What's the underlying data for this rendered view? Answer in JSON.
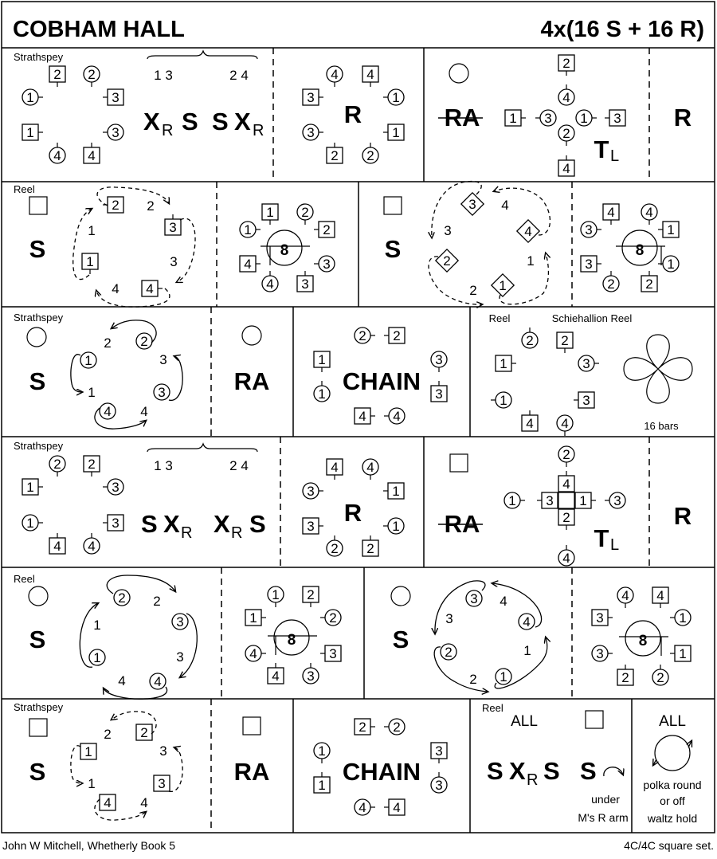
{
  "title": "COBHAM HALL",
  "formation_summary": "4x(16 S + 16 R)",
  "footer": {
    "credit": "John W Mitchell, Whetherly Book 5",
    "set": "4C/4C  square set."
  },
  "r1": {
    "tempo": "Strathspey",
    "a": {
      "groups": [
        "1 3",
        "2 4"
      ],
      "figure": [
        "X",
        "R",
        "S",
        "S",
        "X",
        "R"
      ],
      "dancers": [
        [
          "m",
          "2"
        ],
        [
          "w",
          "2"
        ],
        [
          "w",
          "1"
        ],
        [
          "m",
          "3"
        ],
        [
          "m",
          "1"
        ],
        [
          "w",
          "3"
        ],
        [
          "w",
          "4"
        ],
        [
          "m",
          "4"
        ]
      ]
    },
    "b": {
      "figure": "R",
      "dancers": [
        [
          "w",
          "4"
        ],
        [
          "m",
          "4"
        ],
        [
          "m",
          "3"
        ],
        [
          "w",
          "1"
        ],
        [
          "w",
          "3"
        ],
        [
          "m",
          "1"
        ],
        [
          "m",
          "2"
        ],
        [
          "w",
          "2"
        ]
      ]
    },
    "c": {
      "start": "circle",
      "figure": "RA",
      "figure_struck": true,
      "turn": [
        "T",
        "L"
      ],
      "dancers": [
        [
          "m",
          "2"
        ],
        [
          "w",
          "4"
        ],
        [
          "w",
          "2"
        ],
        [
          "m",
          "4"
        ],
        [
          "m",
          "1"
        ],
        [
          "w",
          "3"
        ],
        [
          "w",
          "1"
        ],
        [
          "m",
          "3"
        ]
      ]
    },
    "d": {
      "figure": "R"
    }
  },
  "r2": {
    "tempo": "Reel",
    "a": {
      "start": "square",
      "figure": "S",
      "dancers": [
        [
          "m",
          "2"
        ],
        [
          "m",
          "3"
        ],
        [
          "m",
          "1"
        ],
        [
          "m",
          "4"
        ]
      ],
      "places": [
        "2",
        "1",
        "3",
        "4"
      ]
    },
    "b": {
      "reel": "8",
      "dancers": [
        [
          "m",
          "1"
        ],
        [
          "w",
          "2"
        ],
        [
          "w",
          "1"
        ],
        [
          "m",
          "2"
        ],
        [
          "m",
          "4"
        ],
        [
          "w",
          "3"
        ],
        [
          "w",
          "4"
        ],
        [
          "m",
          "3"
        ]
      ]
    },
    "c": {
      "start": "square",
      "figure": "S",
      "dancers": [
        [
          "d",
          "3"
        ],
        [
          "d",
          "4"
        ],
        [
          "d",
          "2"
        ],
        [
          "d",
          "1"
        ]
      ],
      "places": [
        "4",
        "3",
        "1",
        "2"
      ]
    },
    "d": {
      "reel": "8",
      "dancers": [
        [
          "m",
          "4"
        ],
        [
          "w",
          "4"
        ],
        [
          "w",
          "3"
        ],
        [
          "m",
          "1"
        ],
        [
          "m",
          "3"
        ],
        [
          "w",
          "1"
        ],
        [
          "w",
          "2"
        ],
        [
          "m",
          "2"
        ]
      ]
    }
  },
  "r3": {
    "tempo": "Strathspey",
    "a": {
      "start": "circle",
      "figure": "S",
      "dancers": [
        [
          "w",
          "2"
        ],
        [
          "w",
          "1"
        ],
        [
          "w",
          "3"
        ],
        [
          "w",
          "4"
        ]
      ],
      "places": [
        "2",
        "3",
        "1",
        "4"
      ]
    },
    "b": {
      "start": "circle",
      "figure": "RA"
    },
    "c": {
      "figure": "CHAIN",
      "dancers": [
        [
          "w",
          "2"
        ],
        [
          "m",
          "2"
        ],
        [
          "m",
          "1"
        ],
        [
          "w",
          "1"
        ],
        [
          "w",
          "3"
        ],
        [
          "m",
          "3"
        ],
        [
          "m",
          "4"
        ],
        [
          "w",
          "4"
        ]
      ]
    },
    "d": {
      "tempo": "Reel",
      "title": "Schiehallion Reel",
      "duration": "16 bars",
      "dancers": [
        [
          "w",
          "2"
        ],
        [
          "m",
          "2"
        ],
        [
          "m",
          "1"
        ],
        [
          "w",
          "3"
        ],
        [
          "w",
          "1"
        ],
        [
          "m",
          "3"
        ],
        [
          "m",
          "4"
        ],
        [
          "w",
          "4"
        ]
      ]
    }
  },
  "r4": {
    "tempo": "Strathspey",
    "a": {
      "groups": [
        "1 3",
        "2 4"
      ],
      "figure": [
        "S",
        "X",
        "R",
        "X",
        "R",
        "S"
      ],
      "dancers": [
        [
          "w",
          "2"
        ],
        [
          "m",
          "2"
        ],
        [
          "m",
          "1"
        ],
        [
          "w",
          "3"
        ],
        [
          "w",
          "1"
        ],
        [
          "m",
          "3"
        ],
        [
          "m",
          "4"
        ],
        [
          "w",
          "4"
        ]
      ]
    },
    "b": {
      "figure": "R",
      "dancers": [
        [
          "m",
          "4"
        ],
        [
          "w",
          "4"
        ],
        [
          "w",
          "3"
        ],
        [
          "m",
          "1"
        ],
        [
          "m",
          "3"
        ],
        [
          "w",
          "1"
        ],
        [
          "w",
          "2"
        ],
        [
          "m",
          "2"
        ]
      ]
    },
    "c": {
      "start": "square",
      "figure": "RA",
      "figure_struck": true,
      "turn": [
        "T",
        "L"
      ],
      "dancers": [
        [
          "w",
          "2"
        ],
        [
          "m",
          "4"
        ],
        [
          "m",
          "3"
        ],
        [
          "m",
          "1"
        ],
        [
          "m",
          "2"
        ],
        [
          "w",
          "1"
        ],
        [
          "w",
          "3"
        ],
        [
          "w",
          "4"
        ]
      ]
    },
    "d": {
      "figure": "R"
    }
  },
  "r5": {
    "tempo": "Reel",
    "a": {
      "start": "circle",
      "figure": "S",
      "dancers": [
        [
          "w",
          "2"
        ],
        [
          "w",
          "3"
        ],
        [
          "w",
          "1"
        ],
        [
          "w",
          "4"
        ]
      ],
      "places": [
        "2",
        "1",
        "3",
        "4"
      ]
    },
    "b": {
      "reel": "8",
      "dancers": [
        [
          "w",
          "1"
        ],
        [
          "m",
          "2"
        ],
        [
          "m",
          "1"
        ],
        [
          "w",
          "2"
        ],
        [
          "w",
          "4"
        ],
        [
          "m",
          "3"
        ],
        [
          "m",
          "4"
        ],
        [
          "w",
          "3"
        ]
      ]
    },
    "c": {
      "start": "circle",
      "figure": "S",
      "dancers": [
        [
          "w",
          "3"
        ],
        [
          "w",
          "4"
        ],
        [
          "w",
          "2"
        ],
        [
          "w",
          "1"
        ]
      ],
      "places": [
        "4",
        "3",
        "1",
        "2"
      ]
    },
    "d": {
      "reel": "8",
      "dancers": [
        [
          "w",
          "4"
        ],
        [
          "m",
          "4"
        ],
        [
          "m",
          "3"
        ],
        [
          "w",
          "1"
        ],
        [
          "w",
          "3"
        ],
        [
          "m",
          "1"
        ],
        [
          "m",
          "2"
        ],
        [
          "w",
          "2"
        ]
      ]
    }
  },
  "r6": {
    "tempo": "Strathspey",
    "a": {
      "start": "square",
      "figure": "S",
      "dancers": [
        [
          "m",
          "2"
        ],
        [
          "m",
          "1"
        ],
        [
          "m",
          "3"
        ],
        [
          "m",
          "4"
        ]
      ],
      "places": [
        "2",
        "3",
        "1",
        "4"
      ]
    },
    "b": {
      "start": "square",
      "figure": "RA"
    },
    "c": {
      "figure": "CHAIN",
      "dancers": [
        [
          "m",
          "2"
        ],
        [
          "w",
          "2"
        ],
        [
          "w",
          "1"
        ],
        [
          "m",
          "1"
        ],
        [
          "m",
          "3"
        ],
        [
          "w",
          "3"
        ],
        [
          "w",
          "4"
        ],
        [
          "m",
          "4"
        ]
      ]
    },
    "d": {
      "tempo": "Reel",
      "who": "ALL",
      "start": "square",
      "figure": [
        "S",
        "X",
        "R",
        "S",
        "S"
      ],
      "note": [
        "under",
        "M's R arm"
      ]
    },
    "e": {
      "who": "ALL",
      "note": [
        "polka round",
        "or off",
        "waltz hold"
      ]
    }
  }
}
